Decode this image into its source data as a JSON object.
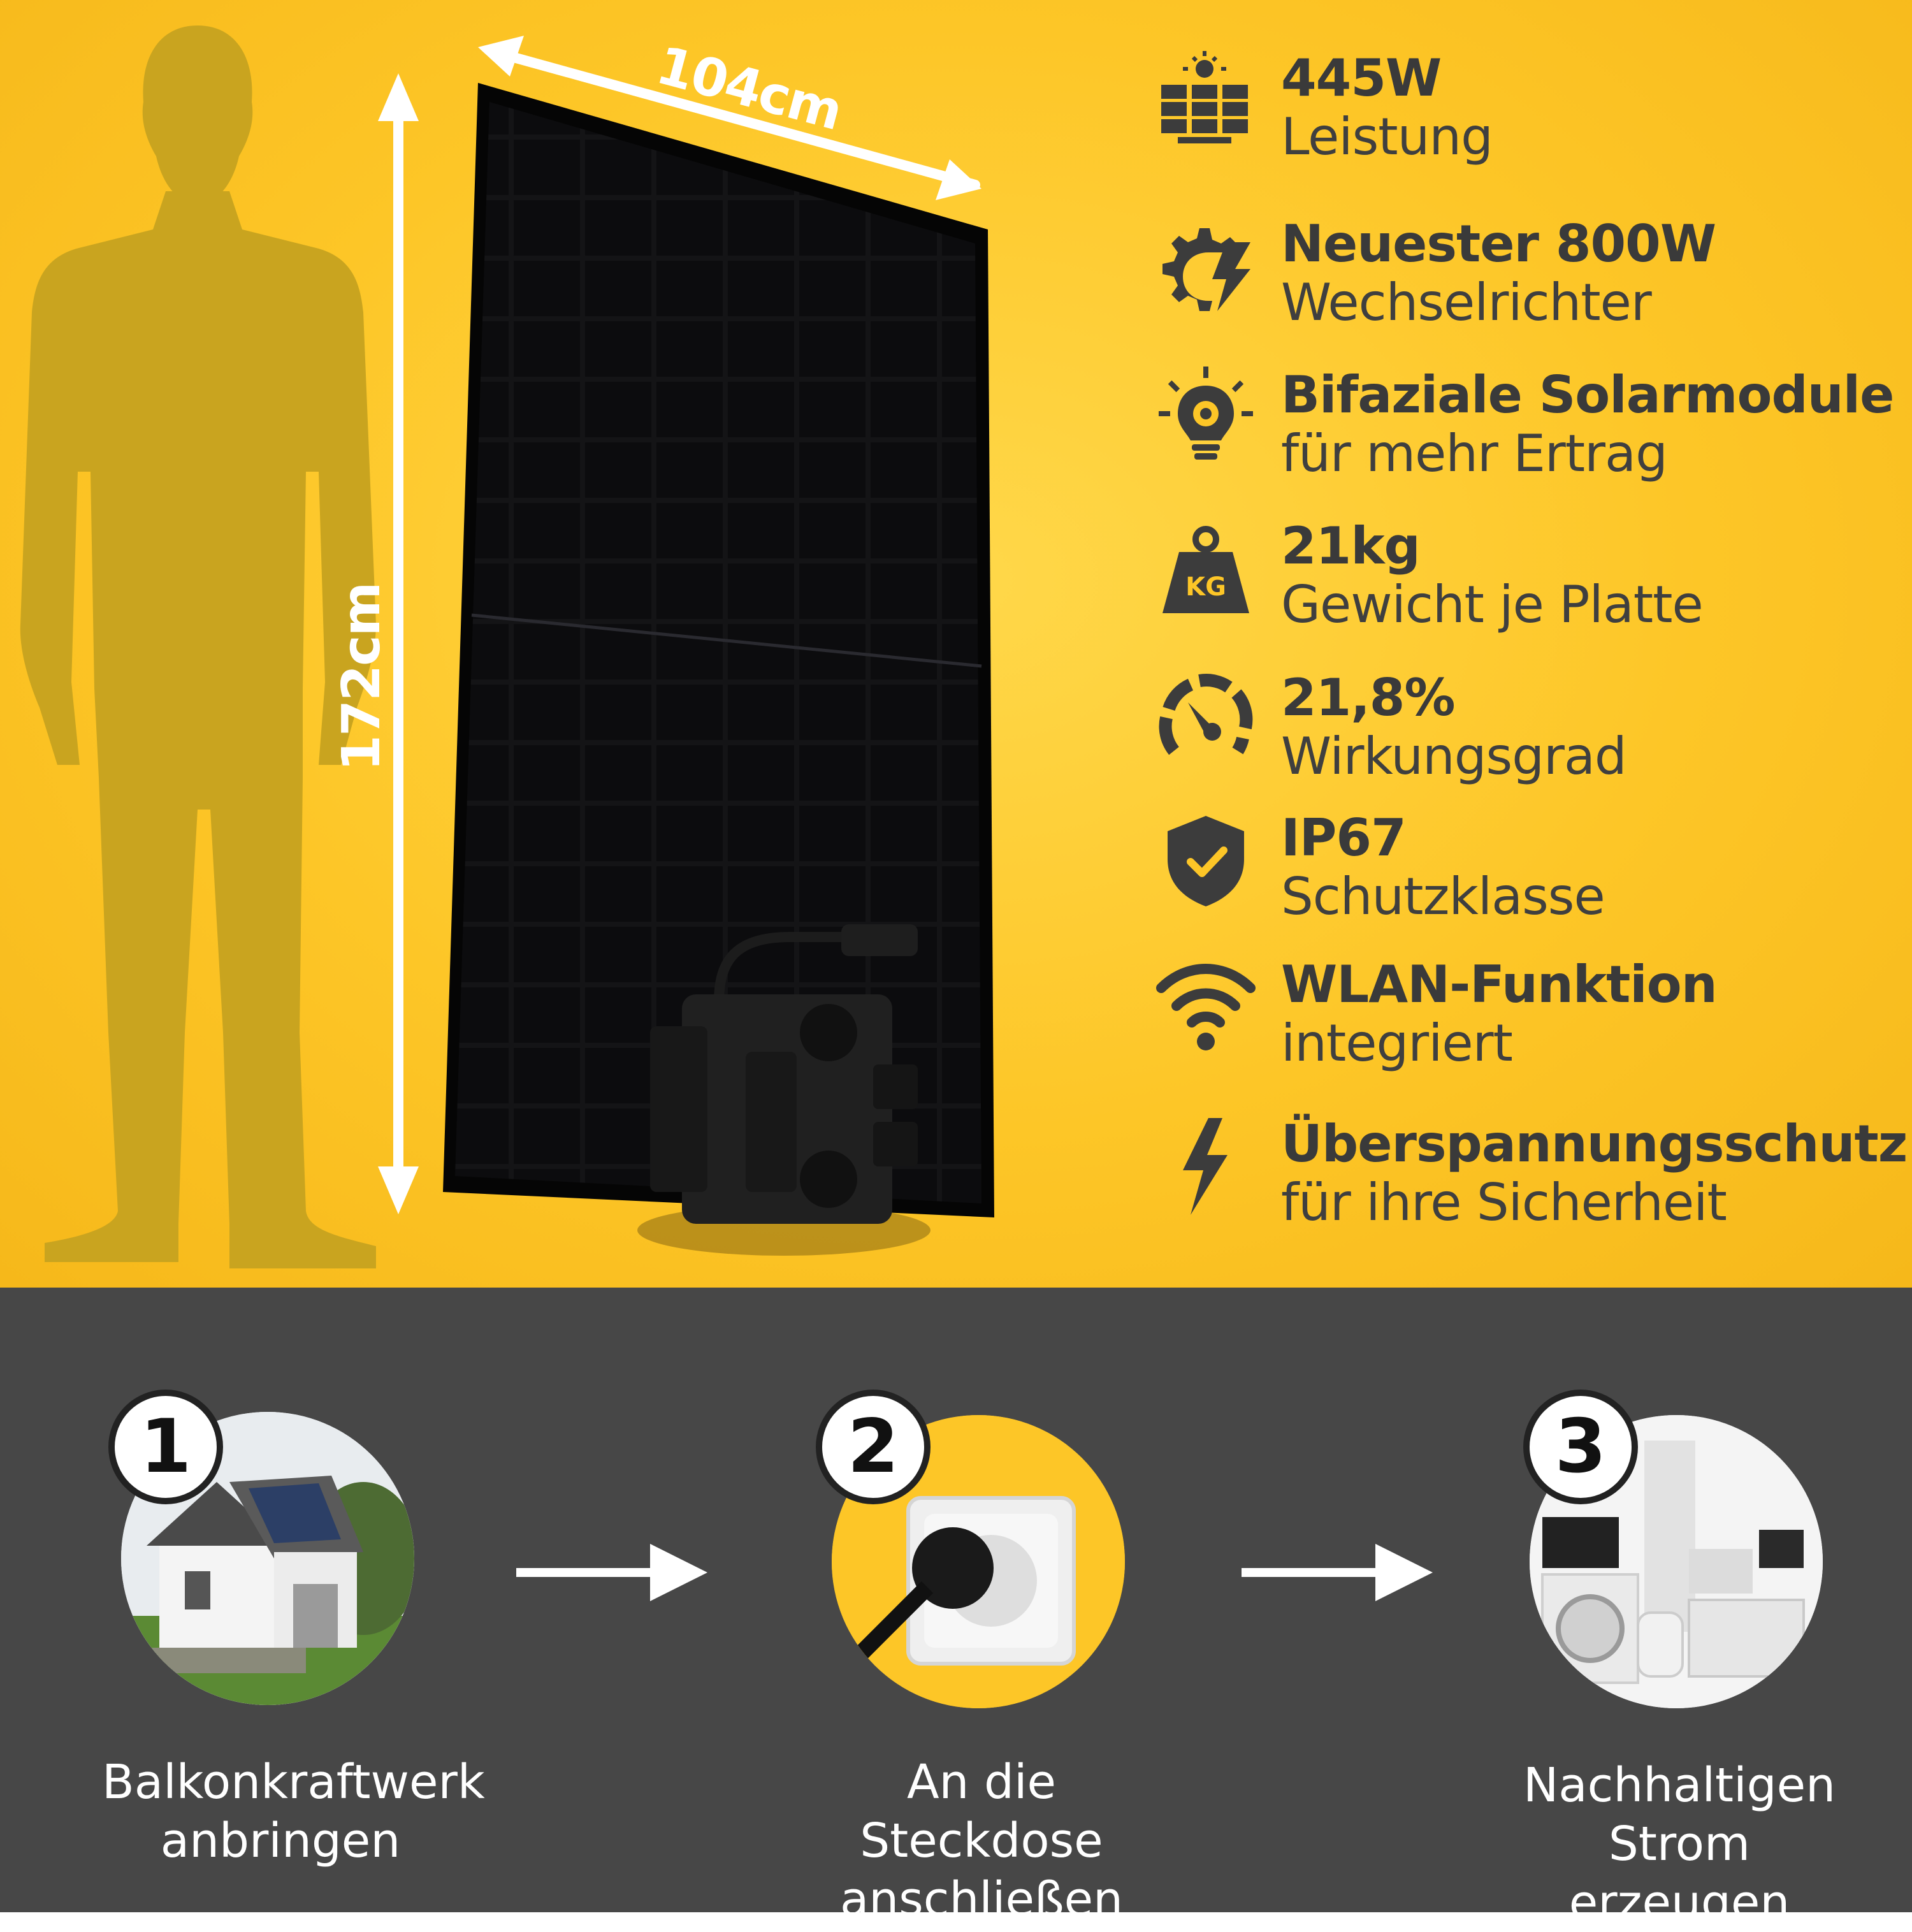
{
  "dimensions": {
    "width_label": "104cm",
    "height_label": "172cm"
  },
  "features": [
    {
      "icon": "solar-panel-sun-icon",
      "title": "445W",
      "subtitle": "Leistung"
    },
    {
      "icon": "gear-lightning-icon",
      "title": "Neuester 800W",
      "subtitle": "Wechselrichter"
    },
    {
      "icon": "lightbulb-gear-icon",
      "title": "Bifaziale Solarmodule",
      "subtitle": "für mehr Ertrag"
    },
    {
      "icon": "kg-weight-icon",
      "kg_text": "KG",
      "title": "21kg",
      "subtitle": "Gewicht je Platte"
    },
    {
      "icon": "speedometer-icon",
      "title": "21,8%",
      "subtitle": "Wirkungsgrad"
    },
    {
      "icon": "shield-check-icon",
      "title": "IP67",
      "subtitle": "Schutzklasse"
    },
    {
      "icon": "wifi-icon",
      "title": "WLAN-Funktion",
      "subtitle": "integriert"
    },
    {
      "icon": "lightning-bolt-icon",
      "title": "Überspannungsschutz",
      "subtitle": "für ihre Sicherheit"
    }
  ],
  "steps": [
    {
      "number": "1",
      "line1": "Balkonkraftwerk",
      "line2": "anbringen",
      "image": "house-with-solar-roof"
    },
    {
      "number": "2",
      "line1": "An die Steckdose",
      "line2": "anschließen",
      "image": "plug-in-socket"
    },
    {
      "number": "3",
      "line1": "Nachhaltigen",
      "line2": "Strom erzeugen",
      "image": "household-appliances"
    }
  ],
  "colors": {
    "accent_yellow": "#fdc627",
    "dark_band": "#474747",
    "text_dark": "#3c3c3c",
    "silhouette": "#c8a11c"
  }
}
